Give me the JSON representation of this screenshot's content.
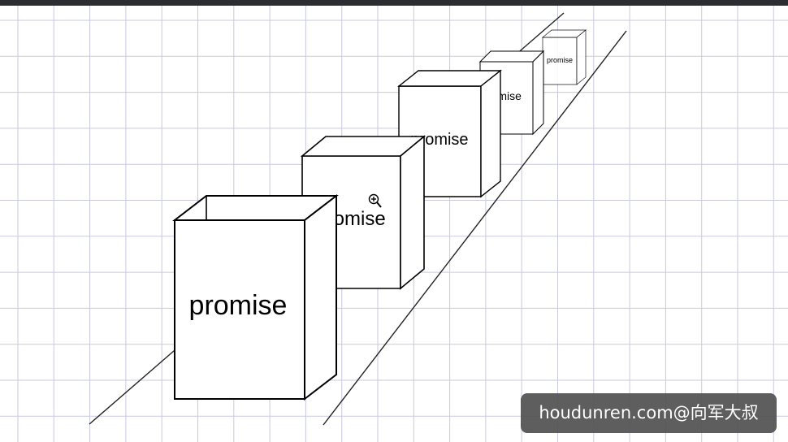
{
  "boxes": [
    {
      "label": "promise"
    },
    {
      "label": "promise"
    },
    {
      "label": "promise"
    },
    {
      "label": "promise"
    },
    {
      "label": "promise"
    }
  ],
  "watermark": {
    "text": "houdunren.com@向军大叔"
  },
  "icons": {
    "cursor": "zoom-in-icon"
  },
  "colors": {
    "grid": "#c9c9df",
    "stroke": "#000000",
    "background": "#ffffff",
    "topbar": "#2b2d30",
    "watermark_bg": "#505050"
  }
}
